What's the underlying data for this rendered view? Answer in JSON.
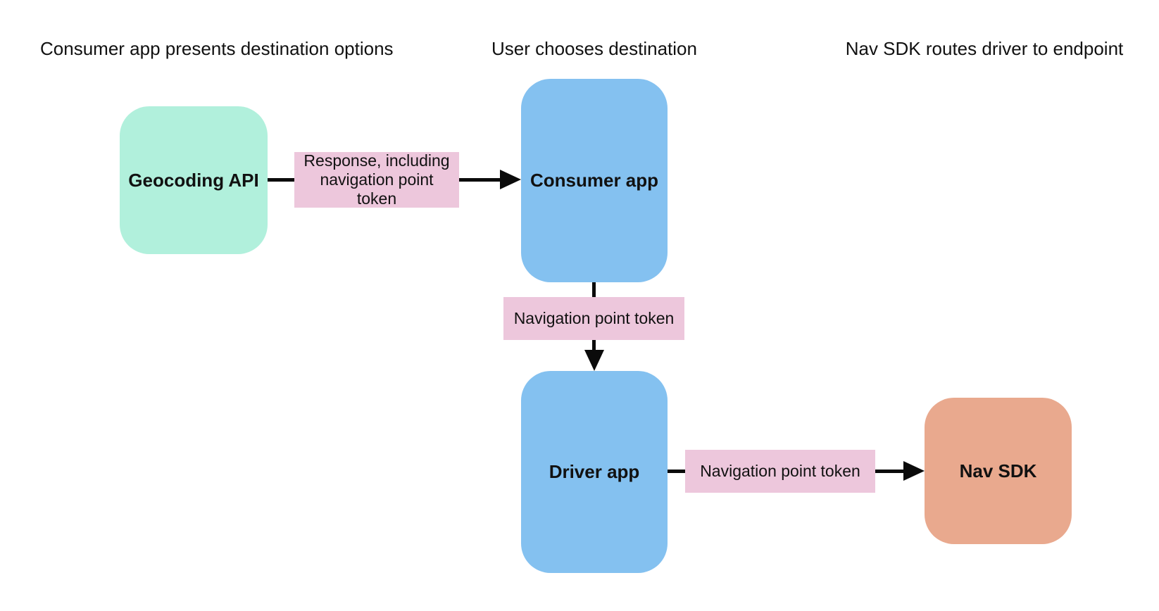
{
  "canvas": {
    "background": "#ffffff",
    "text_color": "#111111",
    "connector_color": "#0b0b0b"
  },
  "headers": [
    {
      "text": "Consumer app presents destination options"
    },
    {
      "text": "User chooses destination"
    },
    {
      "text": "Nav SDK routes driver to endpoint"
    }
  ],
  "nodes": [
    {
      "id": "geocoding-api",
      "label": "Geocoding API",
      "color": "#b1f0dc"
    },
    {
      "id": "consumer-app",
      "label": "Consumer app",
      "color": "#84c1f0"
    },
    {
      "id": "driver-app",
      "label": "Driver app",
      "color": "#84c1f0"
    },
    {
      "id": "nav-sdk",
      "label": "Nav SDK",
      "color": "#e9a98e"
    }
  ],
  "edge_labels": [
    {
      "id": "response",
      "text": "Response, including navigation point token",
      "color": "#edc7dc"
    },
    {
      "id": "token-vertical",
      "text": "Navigation point token",
      "color": "#edc7dc"
    },
    {
      "id": "token-horizontal",
      "text": "Navigation point token",
      "color": "#edc7dc"
    }
  ],
  "edges": [
    {
      "from": "geocoding-api",
      "to": "consumer-app",
      "label": "Response, including navigation point token",
      "direction": "right"
    },
    {
      "from": "consumer-app",
      "to": "driver-app",
      "label": "Navigation point token",
      "direction": "down"
    },
    {
      "from": "driver-app",
      "to": "nav-sdk",
      "label": "Navigation point token",
      "direction": "right"
    }
  ]
}
